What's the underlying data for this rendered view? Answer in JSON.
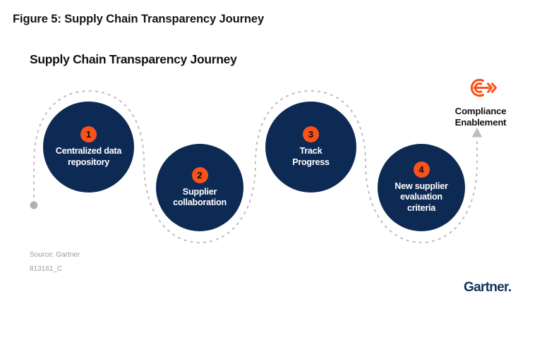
{
  "figure": {
    "title": "Figure 5: Supply Chain Transparency Journey",
    "chart_title": "Supply Chain Transparency Journey"
  },
  "colors": {
    "circle_navy": "#0d2a54",
    "badge_orange": "#f7531b",
    "icon_orange": "#f7531b",
    "path_gray": "#bfbfbf",
    "start_dot_gray": "#b0b0b0",
    "title_black": "#141414",
    "source_gray": "#9b9b9b",
    "logo_navy": "#11315c"
  },
  "steps": [
    {
      "number": "1",
      "label": "Centralized data\nrepository"
    },
    {
      "number": "2",
      "label": "Supplier\ncollaboration"
    },
    {
      "number": "3",
      "label": "Track\nProgress"
    },
    {
      "number": "4",
      "label": "New supplier\nevaluation\ncriteria"
    }
  ],
  "outcome": {
    "icon": "target-bullseye-arrow-icon",
    "label": "Compliance\nEnablement"
  },
  "path": {
    "start_marker": "start-dot",
    "end_marker": "arrow-up",
    "style": "dashed-serpentine"
  },
  "footer": {
    "source": "Source: Gartner",
    "doc_id": "813161_C"
  },
  "brand": {
    "logo_text": "Gartner",
    "logo_mark": "."
  }
}
